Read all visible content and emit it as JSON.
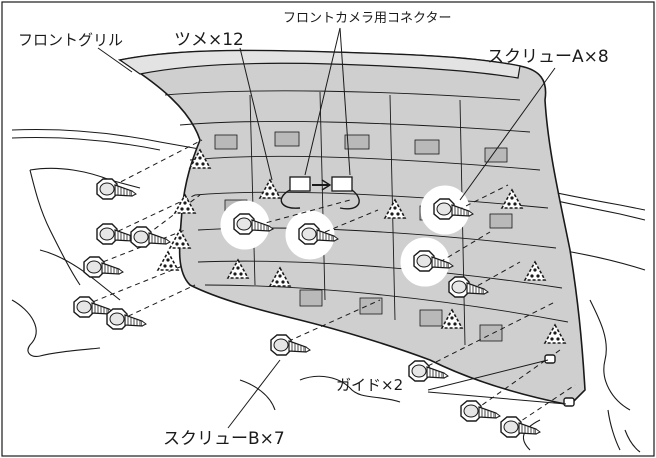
{
  "labels": {
    "front_grille": "フロントグリル",
    "clips": "ツメ×12",
    "camera_connector": "フロントカメラ用コネクター",
    "screw_a": "スクリューA×8",
    "guide": "ガイド×2",
    "screw_b": "スクリューB×7"
  },
  "colors": {
    "grille_fill": "#cfcfcf",
    "grille_shade": "#b9b9b9",
    "outline": "#1a1a1a",
    "highlight_circle": "#ffffff",
    "background": "#ffffff"
  },
  "icons": {
    "clip_marker": "triangle-with-dots",
    "screw": "hex-flange-screw"
  }
}
